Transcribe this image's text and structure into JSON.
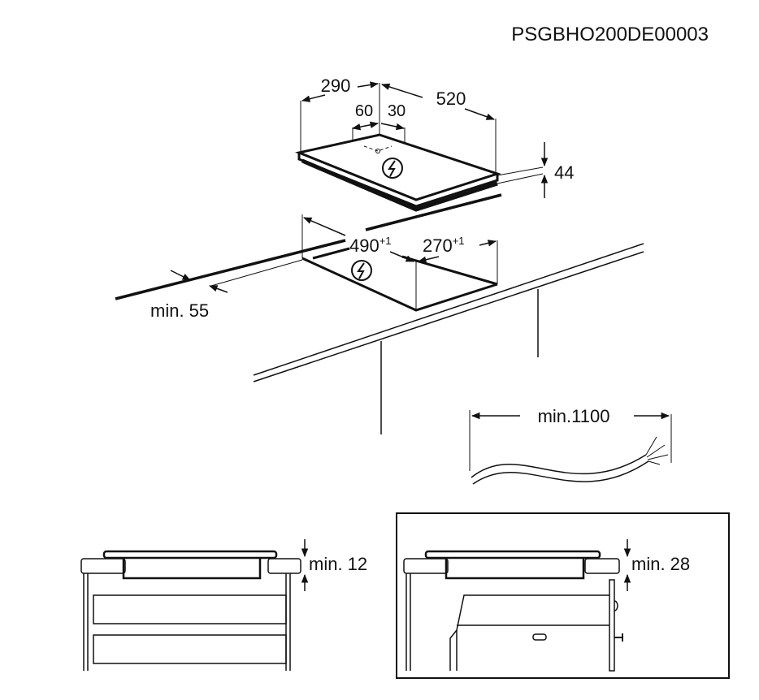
{
  "doc_code": "PSGBHO200DE00003",
  "hob": {
    "width_label": "290",
    "depth_label": "520",
    "offset_left_label": "60",
    "offset_right_label": "30",
    "height_label": "44",
    "power_symbol": "lightning-icon"
  },
  "cutout": {
    "depth_label": "490",
    "depth_tolerance": "+1",
    "width_label": "270",
    "width_tolerance": "+1",
    "edge_distance_label": "min. 55"
  },
  "cable": {
    "length_label": "min.1100"
  },
  "section_drawer": {
    "gap_label": "min. 12"
  },
  "section_oven": {
    "gap_label": "min. 28"
  },
  "colors": {
    "line": "#111111",
    "background": "#ffffff"
  }
}
